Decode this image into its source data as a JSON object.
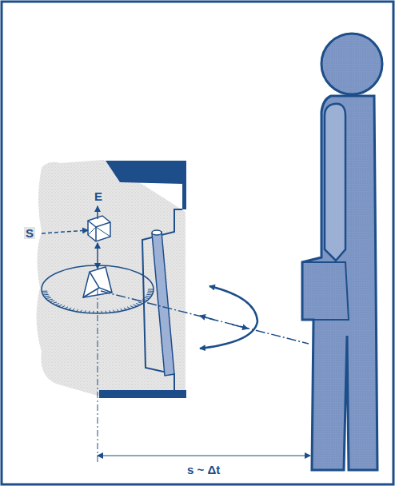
{
  "diagram": {
    "labels": [
      "E",
      "S",
      "s ~ Δt"
    ]
  }
}
